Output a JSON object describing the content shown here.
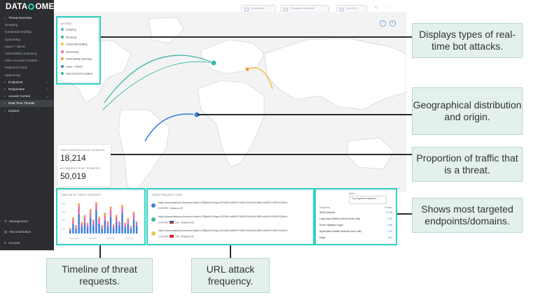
{
  "brand": {
    "name_left": "DATA",
    "name_right": "OME"
  },
  "sidebar": {
    "items": [
      {
        "label": "Threat Overview",
        "kind": "head",
        "chevron": "^"
      },
      {
        "label": "Scraping",
        "kind": "sub"
      },
      {
        "label": "Credential Stuffing",
        "kind": "sub"
      },
      {
        "label": "Spamming",
        "kind": "sub"
      },
      {
        "label": "Layer 7 DDoS",
        "kind": "sub"
      },
      {
        "label": "Vulnerability Scanning",
        "kind": "sub"
      },
      {
        "label": "Fake Account Creation",
        "kind": "sub"
      },
      {
        "label": "Payment Fraud",
        "kind": "sub"
      },
      {
        "label": "Spamming",
        "kind": "sub"
      },
      {
        "label": "Endpoints",
        "kind": "head",
        "chevron": "v"
      },
      {
        "label": "Responses",
        "kind": "head",
        "chevron": "v"
      },
      {
        "label": "Access Control",
        "kind": "head",
        "chevron": "v"
      },
      {
        "label": "Real Time Threats",
        "kind": "active"
      },
      {
        "label": "Explore",
        "kind": "head"
      }
    ],
    "bottom": [
      "Management",
      "Documentation",
      "Account"
    ]
  },
  "topbar": {
    "ctrl1": "All domains",
    "ctrl2": "Production endpoints",
    "ctrl3": "Last 24 h"
  },
  "legend": {
    "title": "LEGEND",
    "items": [
      {
        "label": "Scalping",
        "color": "#4ab3d6"
      },
      {
        "label": "Scraping",
        "color": "#2fbf8f"
      },
      {
        "label": "Credential stuffing",
        "color": "#f2c14e"
      },
      {
        "label": "Spamming",
        "color": "#e36ab2"
      },
      {
        "label": "Vulnerability scanning",
        "color": "#f29a3a"
      },
      {
        "label": "Layer 7 DDoS",
        "color": "#3d7fd9"
      },
      {
        "label": "Fake Account Creation",
        "color": "#3ab7a8"
      }
    ]
  },
  "stats": {
    "threat_label": "THREAT REQUESTS IN LAST 30 MINUTES",
    "threat_value": "18,214",
    "all_label": "ALL REQUESTS IN LAST 30 MINUTES",
    "all_value": "50,019"
  },
  "timeline": {
    "title": "TIMELINE OF THREAT REQUESTS",
    "y_ticks": [
      "400",
      "300",
      "200",
      "100"
    ],
    "x_ticks": [
      "2:00 PM",
      "2:15 PM",
      "2:30 PM",
      "2:45 PM"
    ],
    "bars": [
      [
        40,
        20,
        10
      ],
      [
        120,
        60,
        30
      ],
      [
        60,
        30,
        20
      ],
      [
        250,
        100,
        40
      ],
      [
        90,
        40,
        20
      ],
      [
        140,
        70,
        30
      ],
      [
        80,
        40,
        20
      ],
      [
        200,
        80,
        40
      ],
      [
        110,
        50,
        20
      ],
      [
        300,
        80,
        30
      ],
      [
        130,
        60,
        30
      ],
      [
        60,
        30,
        20
      ],
      [
        170,
        60,
        40
      ],
      [
        90,
        50,
        20
      ],
      [
        220,
        90,
        40
      ],
      [
        70,
        30,
        20
      ],
      [
        150,
        60,
        30
      ],
      [
        100,
        40,
        20
      ],
      [
        260,
        70,
        40
      ],
      [
        80,
        40,
        20
      ],
      [
        120,
        50,
        30
      ],
      [
        60,
        20,
        20
      ],
      [
        180,
        70,
        30
      ],
      [
        100,
        40,
        20
      ]
    ],
    "bar_colors": [
      "#3d7fd9",
      "#e36ab2",
      "#f29a3a"
    ]
  },
  "feed": {
    "title": "THREAT REQUESTS FEED",
    "rows": [
      {
        "url": "https://www.blablacar.fr/search?state=2FBjbeKKS4apsJXSOdPurdbPNY%2BYG2KeNfU3BPurdbPNY%2BYG2KeN...",
        "time": "2:29 PM",
        "country": "",
        "domain": "Amazon-02",
        "color": "#3d7fd9",
        "flag": []
      },
      {
        "url": "https://www.blablacar.fr/search?state=2FBjbeKKS4apsJXSOdPurdbPNY%2BYG2KeNfU3BPurdbPNY%2BYG2KeN...",
        "time": "2:29 PM",
        "country": "US",
        "domain": "Amazon-02",
        "color": "#3ab7a8",
        "flag": [
          "#2b4ea8",
          "#c9363a"
        ]
      },
      {
        "url": "https://www.blablacar.fr/search?state=2FBjbeKKS4apsJXSOdPurdbPNY%2BYG2KeNfU3BPurdbPNY%2BYG2KeN...",
        "time": "2:29 PM",
        "country": "TR",
        "domain": "Amazon-02",
        "color": "#f2c14e",
        "flag": [
          "#d9242b",
          "#d9242b"
        ]
      }
    ]
  },
  "endpoints": {
    "select_label": "Metric",
    "select_value": "Top targeted endpoints",
    "col_left": "Endpoints",
    "col_right": "Threats",
    "rows": [
      {
        "name": "WEB (default)",
        "value": "10.2K"
      },
      {
        "name": "Login App Mobile Android (exec sdk)",
        "value": "4.1K"
      },
      {
        "name": "Email validation login",
        "value": "1.8K"
      },
      {
        "name": "Application Mobile Android (exec sdk)",
        "value": "1.1K"
      },
      {
        "name": "Edge",
        "value": "967"
      }
    ]
  },
  "callouts": {
    "types": "Displays types of real-time bot attacks.",
    "geo": "Geographical distribution and origin.",
    "proportion": "Proportion of traffic that is a threat.",
    "endpoints": "Shows most targeted endpoints/domains.",
    "timeline": "Timeline of threat requests.",
    "url": "URL attack frequency."
  },
  "colors": {
    "accent": "#2fd3c4",
    "callout_bg": "#e3f0ee",
    "sidebar_bg": "#2b2d31"
  }
}
